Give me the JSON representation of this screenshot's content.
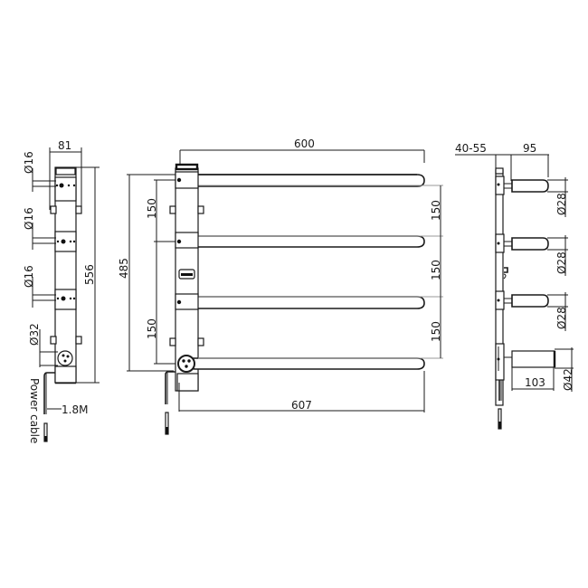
{
  "drawing": {
    "title": "Electric towel rail technical drawing",
    "line_color": "#1a1a1a",
    "background": "#ffffff"
  },
  "side_view_left": {
    "width_label": "81",
    "height_label": "556",
    "pipe_diameters": [
      "Ø16",
      "Ø16",
      "Ø16"
    ],
    "connector_diameter": "Ø32",
    "cable_length": "1.8M",
    "cable_label": "Power cable"
  },
  "front_view": {
    "top_width": "600",
    "bottom_width": "607",
    "overall_height": "485",
    "left_spacings": [
      "150",
      "150"
    ],
    "right_spacings": [
      "150",
      "150",
      "150"
    ]
  },
  "side_view_right": {
    "offset_label": "40-55",
    "depth_label": "95",
    "bar_diameters": [
      "Ø28",
      "Ø28",
      "Ø28"
    ],
    "heater_diameter": "Ø42",
    "heater_length": "103"
  }
}
